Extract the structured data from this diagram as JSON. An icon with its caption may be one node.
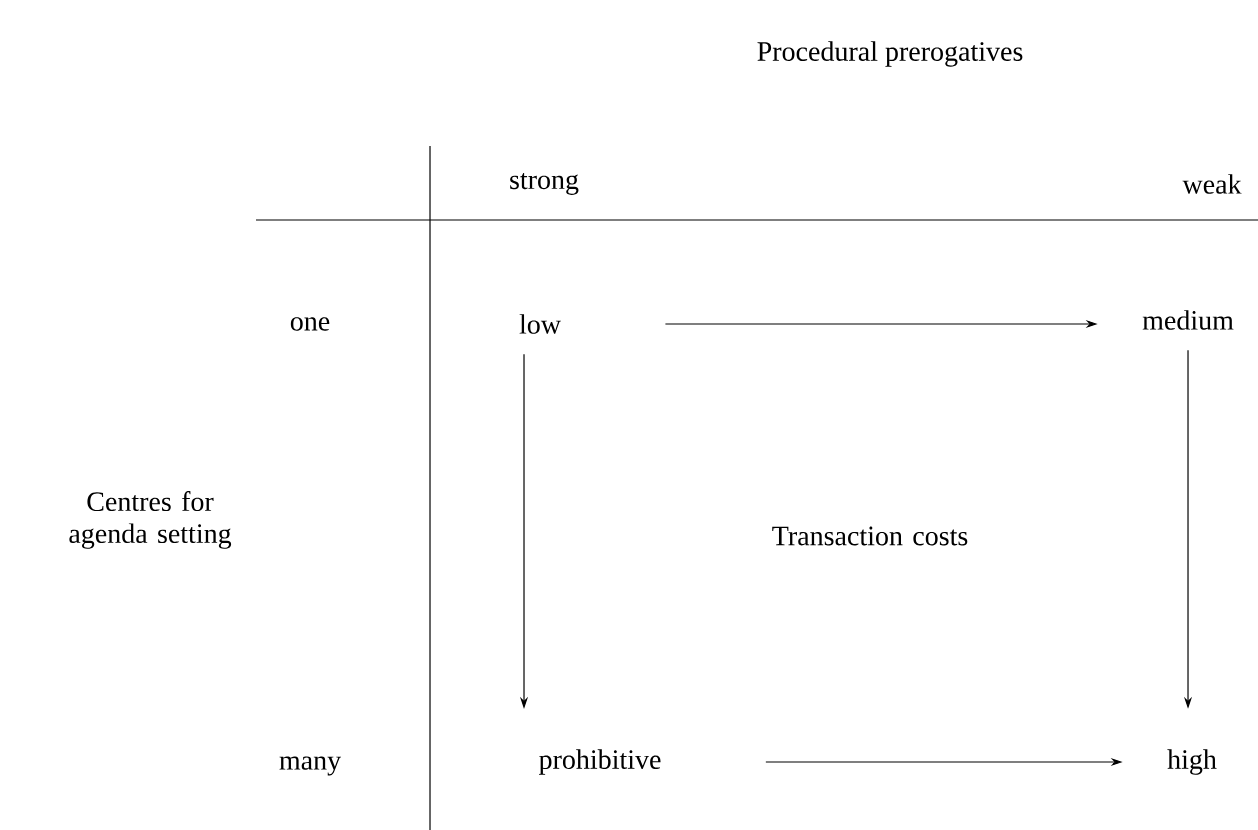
{
  "diagram": {
    "title": "Procedural prerogatives",
    "nodes": [
      {
        "text": [
          "low"
        ]
      },
      {
        "text": [
          "medium"
        ]
      },
      {
        "text": [
          "prohibitive"
        ]
      },
      {
        "text": [
          "high"
        ]
      }
    ],
    "edges": [
      {
        "from": 0,
        "to": 1,
        "arrow": "to"
      },
      {
        "from": 0,
        "to": 2,
        "arrow": "to"
      },
      {
        "from": 1,
        "to": 3,
        "arrow": "to"
      },
      {
        "from": 2,
        "to": 3,
        "arrow": "to"
      }
    ],
    "labels": [
      "strong",
      "weak",
      "one",
      "Centres for agenda setting",
      "Transaction costs",
      "many"
    ]
  }
}
